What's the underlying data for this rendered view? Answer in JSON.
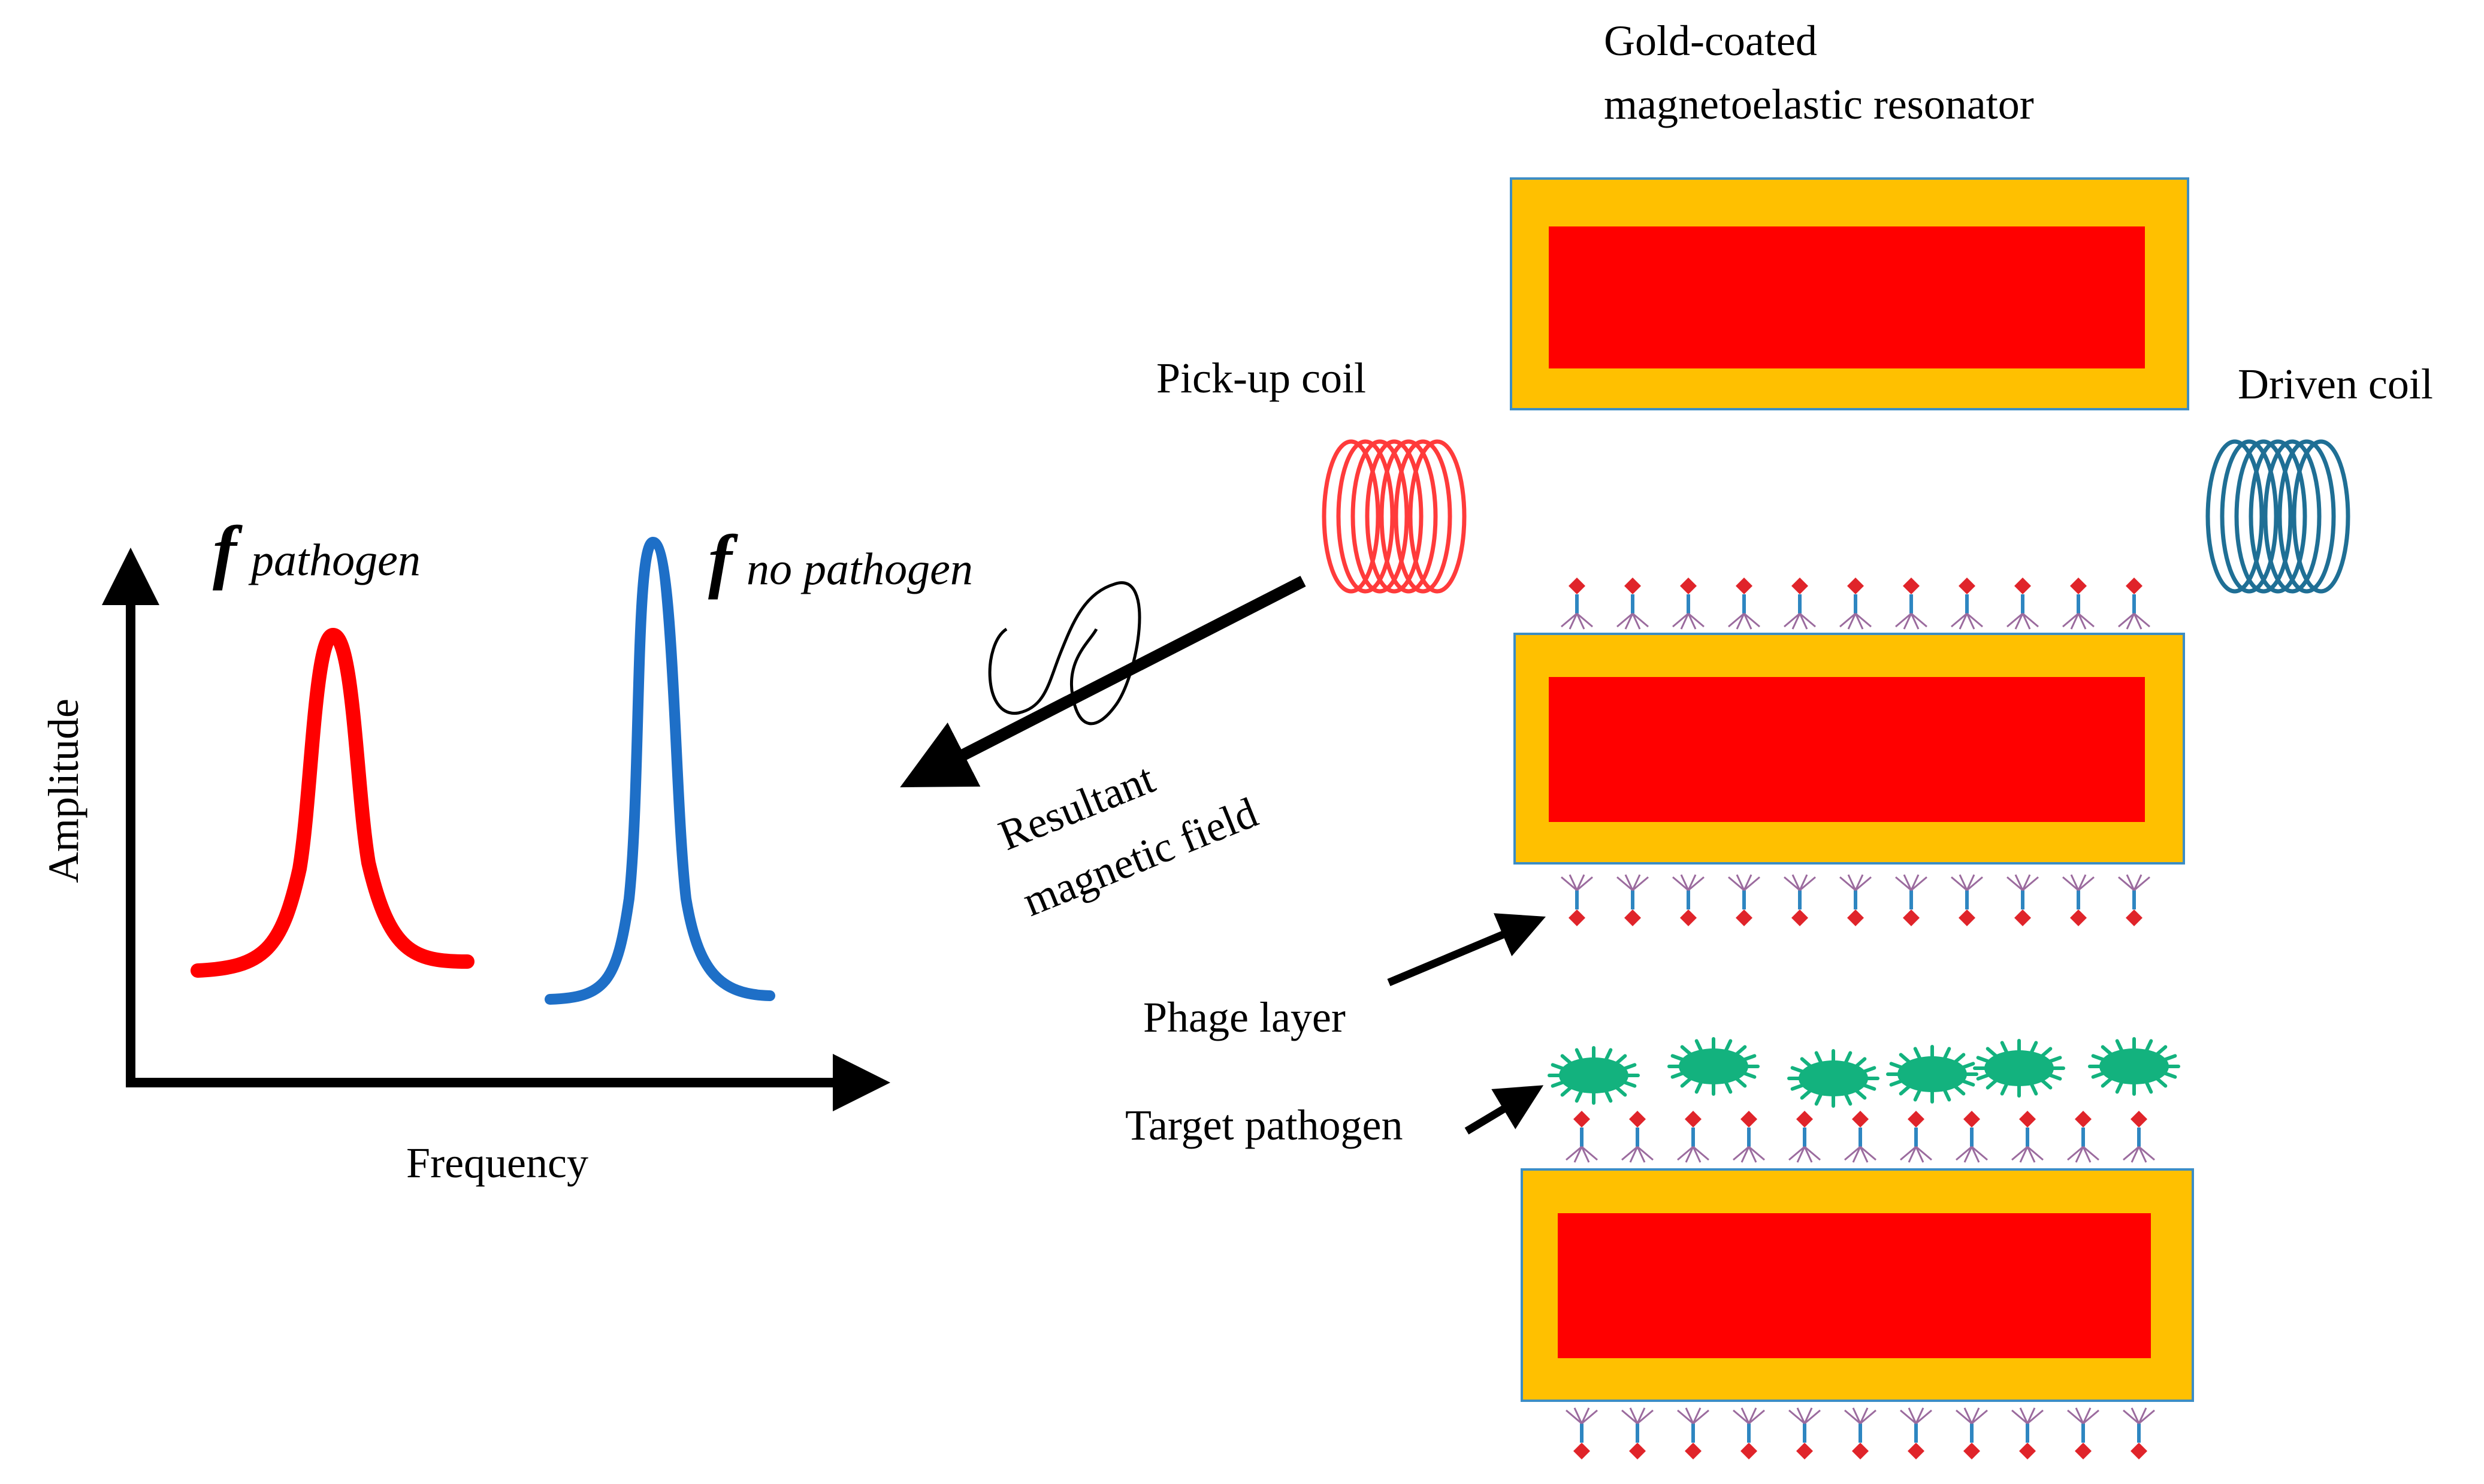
{
  "labels": {
    "resonator_title_line1": "Gold-coated",
    "resonator_title_line2": "magnetoelastic resonator",
    "pickup_coil": "Pick-up coil",
    "driven_coil": "Driven coil",
    "resultant_line1": "Resultant",
    "resultant_line2": "magnetic field",
    "phage_layer": "Phage layer",
    "target_pathogen": "Target pathogen",
    "amplitude": "Amplitude",
    "frequency": "Frequency",
    "f_symbol": "f",
    "pathogen_sub": "pathogen",
    "no_pathogen_sub": "no pathogen"
  },
  "colors": {
    "gold": "#FFC000",
    "core": "#FF0000",
    "resonator_border": "#3C8DC5",
    "pickup_coil": "#FF3B3B",
    "driven_coil": "#1F6F95",
    "curve_pathogen": "#FF0000",
    "curve_no_pathogen": "#1E6FC7",
    "pathogen_cell": "#13B27E",
    "phage_head": "#E0242A",
    "phage_tail": "#2E86C1",
    "phage_legs": "#9B6B9E"
  }
}
